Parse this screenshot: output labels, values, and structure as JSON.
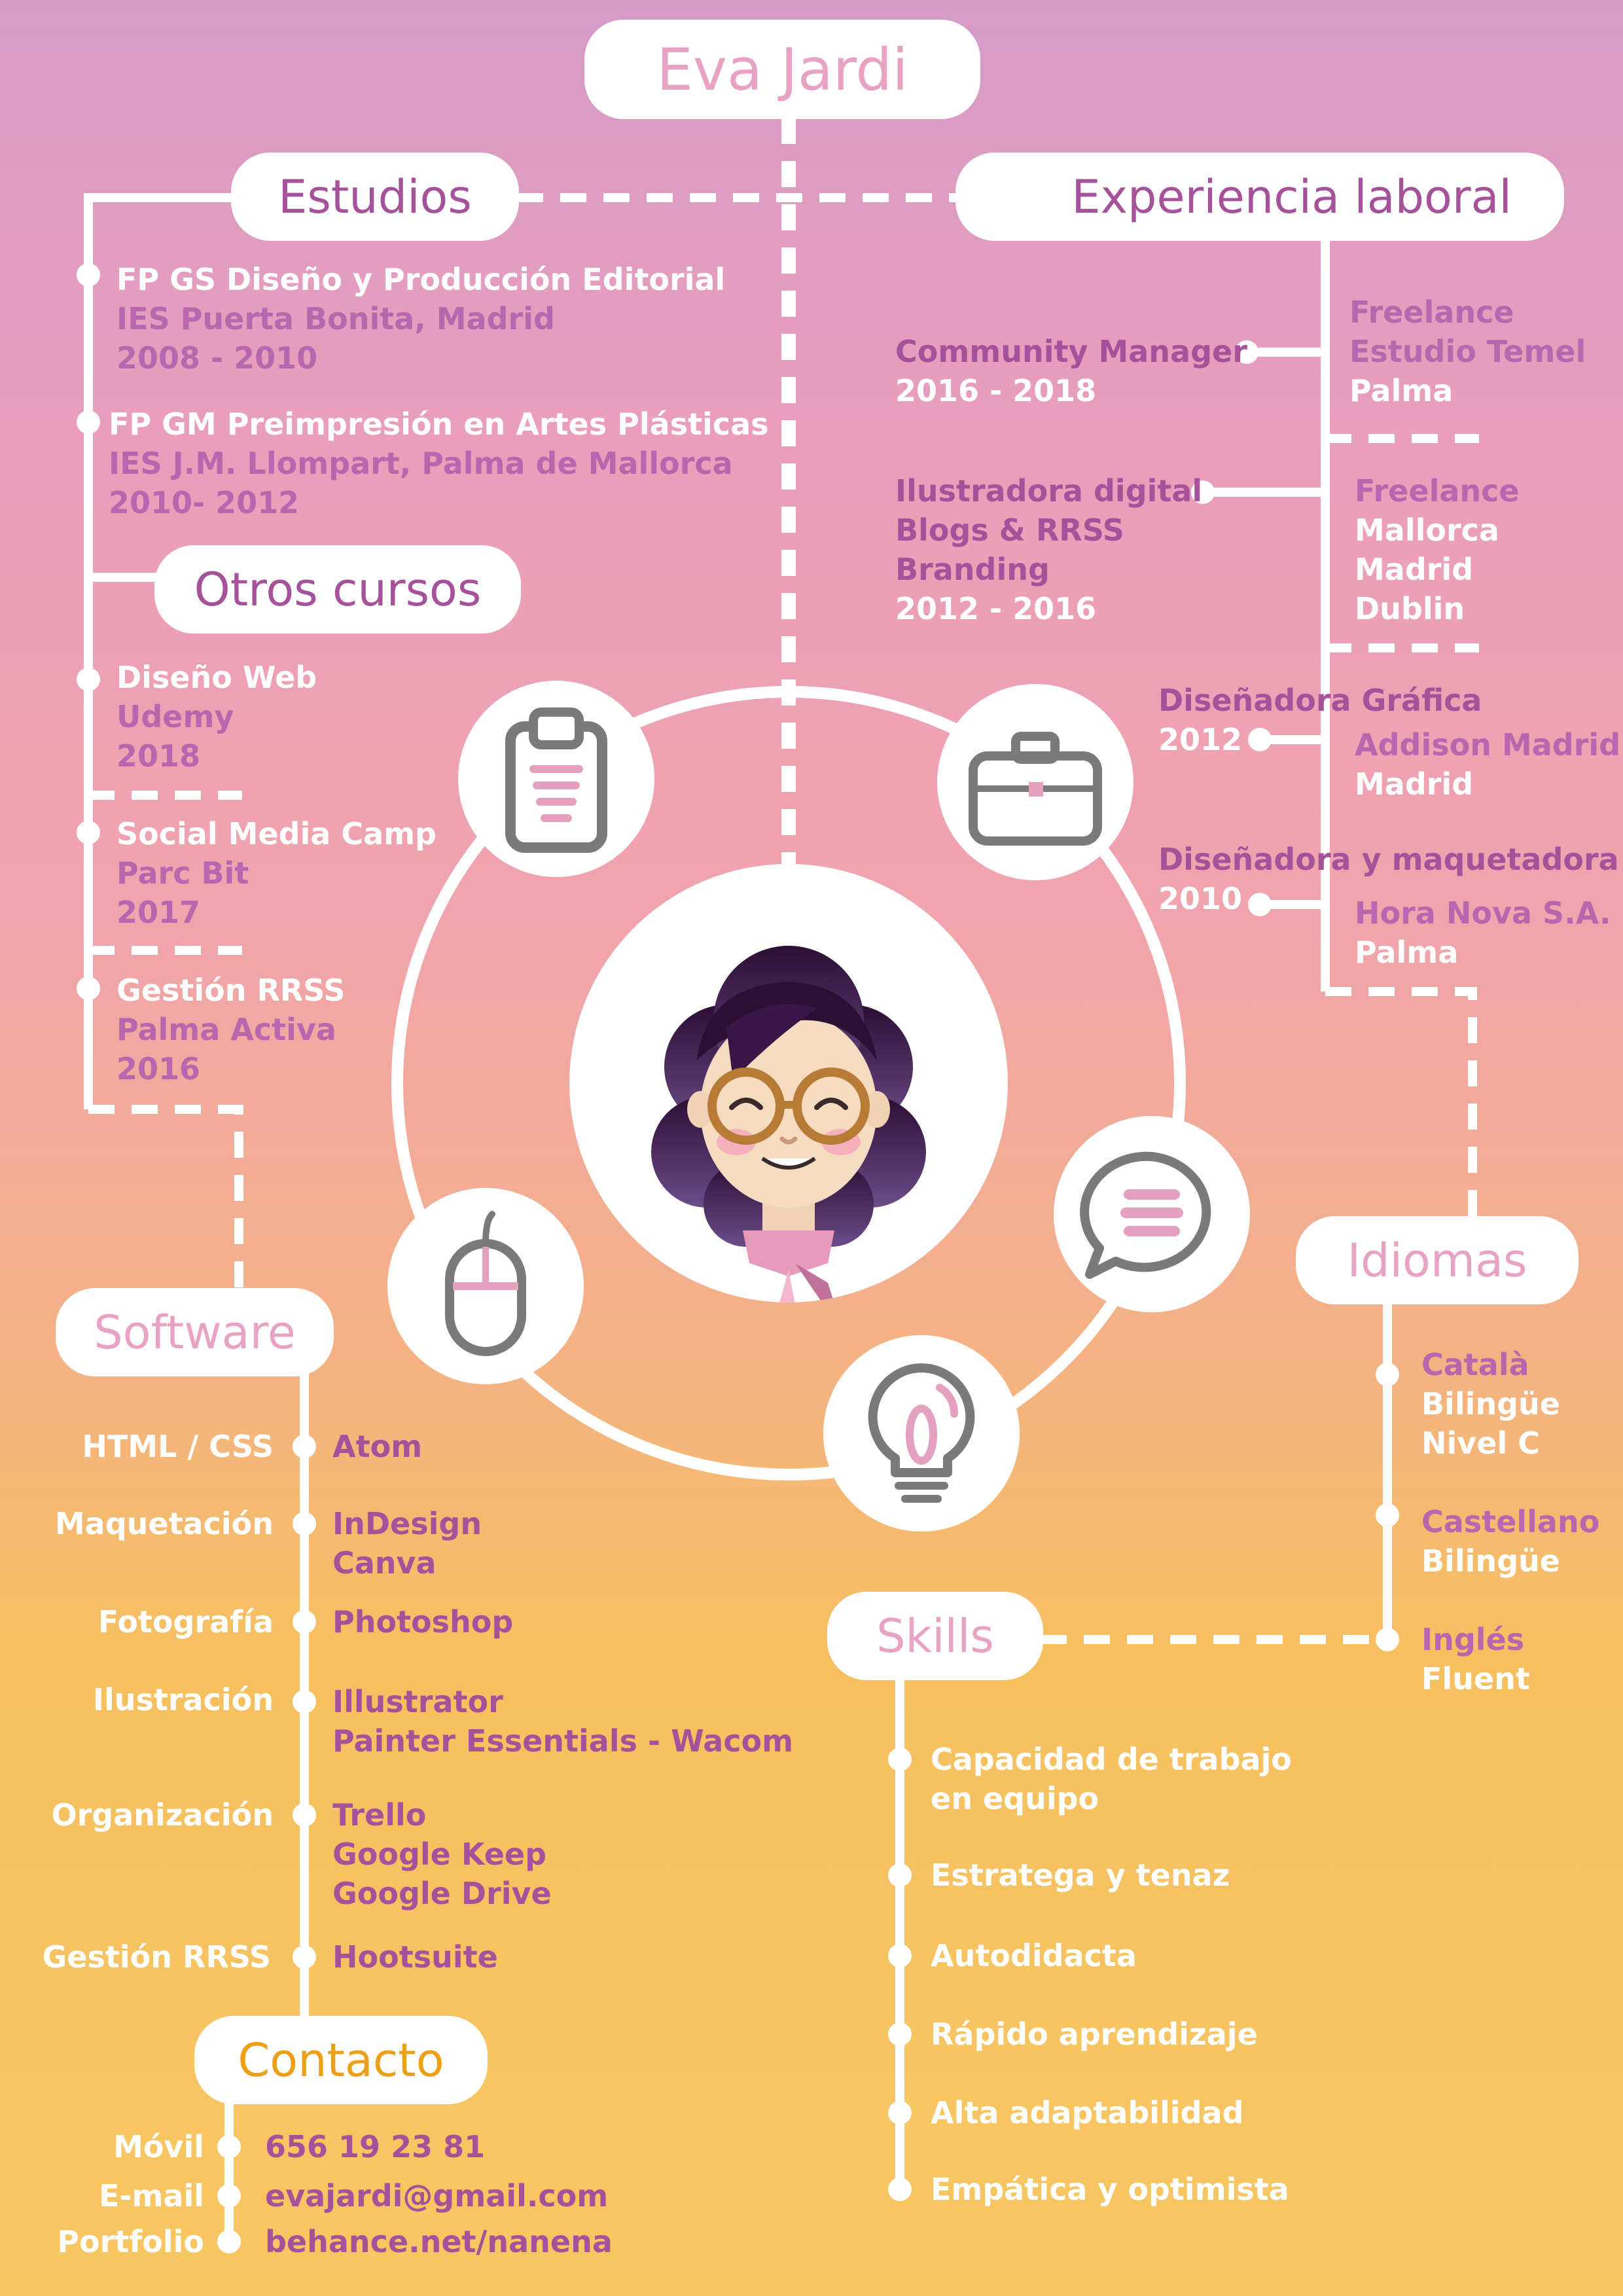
{
  "name": "Eva Jardi",
  "colors": {
    "pink": "#e5a0c0",
    "purple": "#a5529a",
    "orange": "#eba018",
    "white": "#ffffff",
    "gray": "#7a7a7a"
  },
  "estudios": {
    "title": "Estudios",
    "items": [
      {
        "title": "FP GS Diseño y Producción Editorial",
        "school": "IES Puerta Bonita, Madrid",
        "years": "2008 - 2010"
      },
      {
        "title": "FP GM Preimpresión en Artes Plásticas",
        "school": "IES J.M. Llompart, Palma de Mallorca",
        "years": "2010- 2012"
      }
    ]
  },
  "otros_cursos": {
    "title": "Otros cursos",
    "items": [
      {
        "title": "Diseño Web",
        "place": "Udemy",
        "year": "2018"
      },
      {
        "title": "Social Media Camp",
        "place": "Parc Bit",
        "year": "2017"
      },
      {
        "title": "Gestión RRSS",
        "place": "Palma Activa",
        "year": "2016"
      }
    ]
  },
  "experiencia": {
    "title": "Experiencia laboral",
    "items": [
      {
        "role": "Community Manager",
        "years": "2016 - 2018",
        "org": [
          "Freelance",
          "Estudio Temel"
        ],
        "place": [
          "Palma"
        ]
      },
      {
        "role": "Ilustradora digital",
        "extra": [
          "Blogs & RRSS",
          "Branding"
        ],
        "years": "2012 - 2016",
        "org": [
          "Freelance"
        ],
        "place": [
          "Mallorca",
          "Madrid",
          "Dublin"
        ]
      },
      {
        "role": "Diseñadora Gráfica",
        "years": "2012",
        "org": [
          "Addison Madrid"
        ],
        "place": [
          "Madrid"
        ]
      },
      {
        "role": "Diseñadora y maquetadora",
        "years": "2010",
        "org": [
          "Hora Nova S.A."
        ],
        "place": [
          "Palma"
        ]
      }
    ]
  },
  "idiomas": {
    "title": "Idiomas",
    "items": [
      {
        "lang": "Català",
        "level": [
          "Bilingüe",
          "Nivel C"
        ]
      },
      {
        "lang": "Castellano",
        "level": [
          "Bilingüe"
        ]
      },
      {
        "lang": "Inglés",
        "level": [
          "Fluent"
        ]
      }
    ]
  },
  "software": {
    "title": "Software",
    "items": [
      {
        "category": "HTML / CSS",
        "tools": [
          "Atom"
        ]
      },
      {
        "category": "Maquetación",
        "tools": [
          "InDesign",
          "Canva"
        ]
      },
      {
        "category": "Fotografía",
        "tools": [
          "Photoshop"
        ]
      },
      {
        "category": "Ilustración",
        "tools": [
          "Illustrator",
          "Painter Essentials - Wacom"
        ]
      },
      {
        "category": "Organización",
        "tools": [
          "Trello",
          "Google Keep",
          "Google Drive"
        ]
      },
      {
        "category": "Gestión RRSS",
        "tools": [
          "Hootsuite"
        ]
      }
    ]
  },
  "skills": {
    "title": "Skills",
    "items": [
      [
        "Capacidad de trabajo",
        "en equipo"
      ],
      [
        "Estratega y tenaz"
      ],
      [
        "Autodidacta"
      ],
      [
        "Rápido aprendizaje"
      ],
      [
        "Alta adaptabilidad"
      ],
      [
        "Empática y optimista"
      ]
    ]
  },
  "contacto": {
    "title": "Contacto",
    "items": [
      {
        "label": "Móvil",
        "value": "656 19 23 81"
      },
      {
        "label": "E-mail",
        "value": "evajardi@gmail.com"
      },
      {
        "label": "Portfolio",
        "value": "behance.net/nanena"
      }
    ]
  },
  "icons": [
    "clipboard-icon",
    "briefcase-icon",
    "speech-bubble-icon",
    "lightbulb-icon",
    "mouse-icon",
    "avatar-illustration"
  ]
}
